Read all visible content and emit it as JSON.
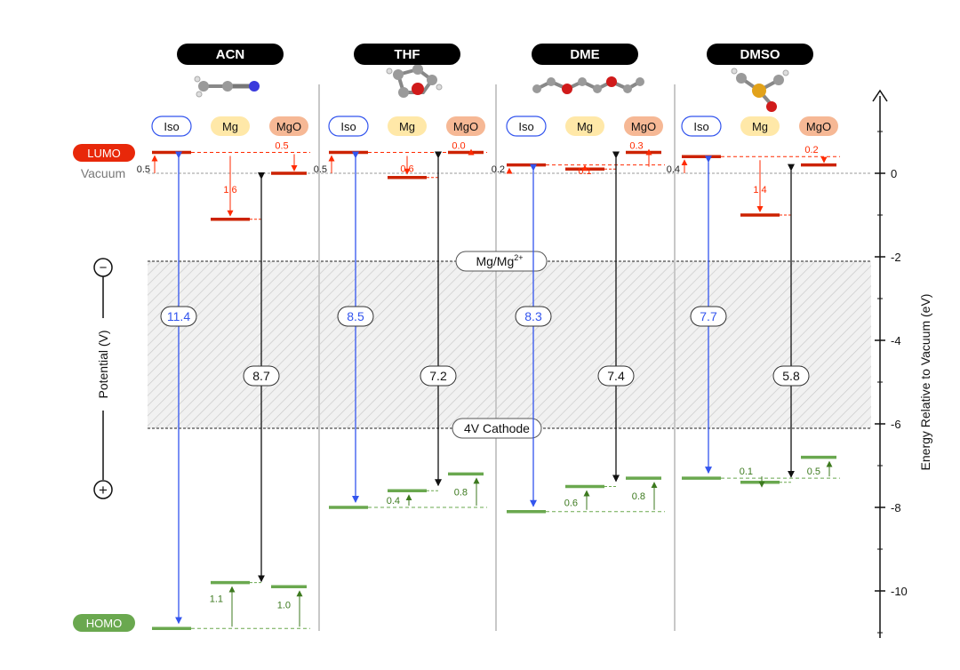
{
  "solvents": [
    {
      "name": "ACN",
      "labels": {
        "iso": "Iso",
        "mg": "Mg",
        "mgo": "MgO"
      },
      "lumo": {
        "iso": 0.5,
        "mg": -1.1,
        "mgo": 0.0
      },
      "homo": {
        "iso": -10.9,
        "mg": -9.8,
        "mgo": -9.9
      },
      "gaps": {
        "iso": "11.4",
        "mg": "8.7"
      },
      "lumo_shifts": {
        "iso": "0.5",
        "mg": "1.6",
        "mgo": "0.5"
      },
      "homo_shifts": {
        "mg": "1.1",
        "mgo": "1.0"
      }
    },
    {
      "name": "THF",
      "labels": {
        "iso": "Iso",
        "mg": "Mg",
        "mgo": "MgO"
      },
      "lumo": {
        "iso": 0.5,
        "mg": -0.1,
        "mgo": 0.5
      },
      "homo": {
        "iso": -8.0,
        "mg": -7.6,
        "mgo": -7.2
      },
      "gaps": {
        "iso": "8.5",
        "mg": "7.2"
      },
      "lumo_shifts": {
        "iso": "0.5",
        "mg": "0.6",
        "mgo": "0.0"
      },
      "homo_shifts": {
        "mg": "0.4",
        "mgo": "0.8"
      }
    },
    {
      "name": "DME",
      "labels": {
        "iso": "Iso",
        "mg": "Mg",
        "mgo": "MgO"
      },
      "lumo": {
        "iso": 0.2,
        "mg": 0.1,
        "mgo": 0.5
      },
      "homo": {
        "iso": -8.1,
        "mg": -7.5,
        "mgo": -7.3
      },
      "gaps": {
        "iso": "8.3",
        "mg": "7.4"
      },
      "lumo_shifts": {
        "iso": "0.2",
        "mg": "0.1",
        "mgo": "0.3"
      },
      "homo_shifts": {
        "mg": "0.6",
        "mgo": "0.8"
      }
    },
    {
      "name": "DMSO",
      "labels": {
        "iso": "Iso",
        "mg": "Mg",
        "mgo": "MgO"
      },
      "lumo": {
        "iso": 0.4,
        "mg": -1.0,
        "mgo": 0.2
      },
      "homo": {
        "iso": -7.3,
        "mg": -7.4,
        "mgo": -6.8
      },
      "gaps": {
        "iso": "7.7",
        "mg": "5.8"
      },
      "lumo_shifts": {
        "iso": "0.4",
        "mg": "1.4",
        "mgo": "0.2"
      },
      "homo_shifts": {
        "mg": "0.1",
        "mgo": "0.5"
      }
    }
  ],
  "labels": {
    "lumo": "LUMO",
    "homo": "HOMO",
    "vacuum": "Vacuum",
    "mg_ref_base": "Mg/Mg",
    "mg_ref_sup": "2+",
    "cathode": "4V Cathode",
    "potential": "Potential (V)",
    "minus": "−",
    "plus": "+",
    "right_axis": "Energy Relative to Vacuum (eV)"
  },
  "axis": {
    "min": -11,
    "max": 1.5,
    "ticks": [
      {
        "value": 0,
        "label": "0"
      },
      {
        "value": -2,
        "label": "-2"
      },
      {
        "value": -4,
        "label": "-4"
      },
      {
        "value": -6,
        "label": "-6"
      },
      {
        "value": -8,
        "label": "-8"
      },
      {
        "value": -10,
        "label": "-10"
      }
    ],
    "mg_ref": -2.1,
    "cathode": -6.1
  },
  "colors": {
    "lumo": "#cc2200",
    "lumo_shift": "#ff2a00",
    "homo": "#6aa84f",
    "homo_shift": "#3d7a1f",
    "gap_iso": "#3355ee",
    "gap_sub": "#111111",
    "iso_pill_border": "#3355ee",
    "mg_pill": "#ffe8a8",
    "mgo_pill": "#f6b895",
    "lumo_badge": "#e8280a",
    "homo_badge": "#6aa84f",
    "title_pill": "#000000"
  }
}
